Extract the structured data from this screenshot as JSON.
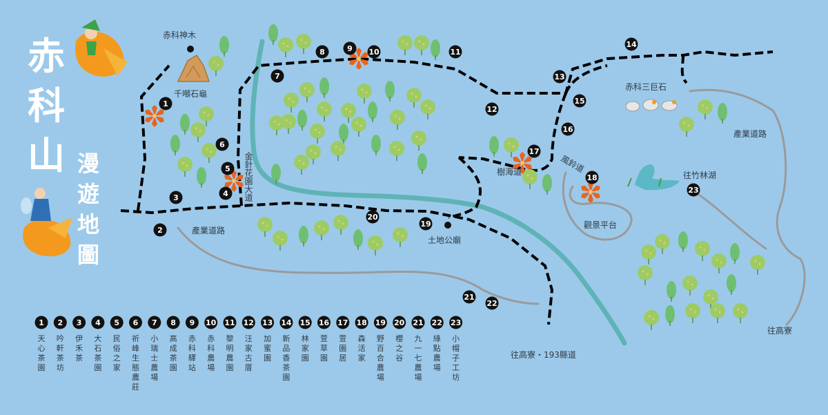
{
  "title_chars": [
    "赤",
    "科",
    "山"
  ],
  "subtitle_chars": [
    "漫",
    "遊",
    "地",
    "圖"
  ],
  "landmarks": {
    "chike_tree": "赤科神木",
    "qianlai_rock": "千噸石龜",
    "three_rocks": "赤科三巨石",
    "industry_road_left": "產業道路",
    "industry_road_right": "產業道路",
    "golden_needle_road": "金針花園大道",
    "earth_temple": "土地公廟",
    "sea_of_trees": "樹海道",
    "wind_bell_road": "風鈴道",
    "viewing_platform": "觀景平台",
    "to_zhulin_lake": "往竹林湖",
    "to_gaoliao_193": "往高寮・193縣道",
    "to_gaoliao": "往高寮"
  },
  "stops": [
    "1",
    "2",
    "3",
    "4",
    "5",
    "6",
    "7",
    "8",
    "9",
    "10",
    "11",
    "12",
    "13",
    "14",
    "15",
    "16",
    "17",
    "18",
    "19",
    "20",
    "21",
    "22",
    "23"
  ],
  "legend": [
    {
      "num": "1",
      "name": "天心茶園"
    },
    {
      "num": "2",
      "name": "吟軒茶坊"
    },
    {
      "num": "3",
      "name": "伊禾茶"
    },
    {
      "num": "4",
      "name": "大石茶園"
    },
    {
      "num": "5",
      "name": "民俗之家"
    },
    {
      "num": "6",
      "name": "祈峰生態農莊"
    },
    {
      "num": "7",
      "name": "小瑞士農場"
    },
    {
      "num": "8",
      "name": "高成茶園"
    },
    {
      "num": "9",
      "name": "赤科驛站"
    },
    {
      "num": "10",
      "name": "赤科農場"
    },
    {
      "num": "11",
      "name": "黎明農園"
    },
    {
      "num": "12",
      "name": "汪家古厝"
    },
    {
      "num": "13",
      "name": "加蜜園"
    },
    {
      "num": "14",
      "name": "新品香茶園"
    },
    {
      "num": "15",
      "name": "林家園"
    },
    {
      "num": "16",
      "name": "萱草園"
    },
    {
      "num": "17",
      "name": "萱園居"
    },
    {
      "num": "18",
      "name": "森活家"
    },
    {
      "num": "19",
      "name": "野百合農場"
    },
    {
      "num": "20",
      "name": "櫻之谷"
    },
    {
      "num": "21",
      "name": "九一七農場"
    },
    {
      "num": "22",
      "name": "綠點農場"
    },
    {
      "num": "23",
      "name": "小帽子工坊"
    }
  ],
  "colors": {
    "background": "#9cc9ea",
    "river": "#5fb3b6",
    "road": "#9a9a9a",
    "trail": "#000000",
    "tree_light": "#9ccc65",
    "tree_dark": "#6fbf73",
    "flower": "#e8641e",
    "lily": "#f39a1e"
  }
}
